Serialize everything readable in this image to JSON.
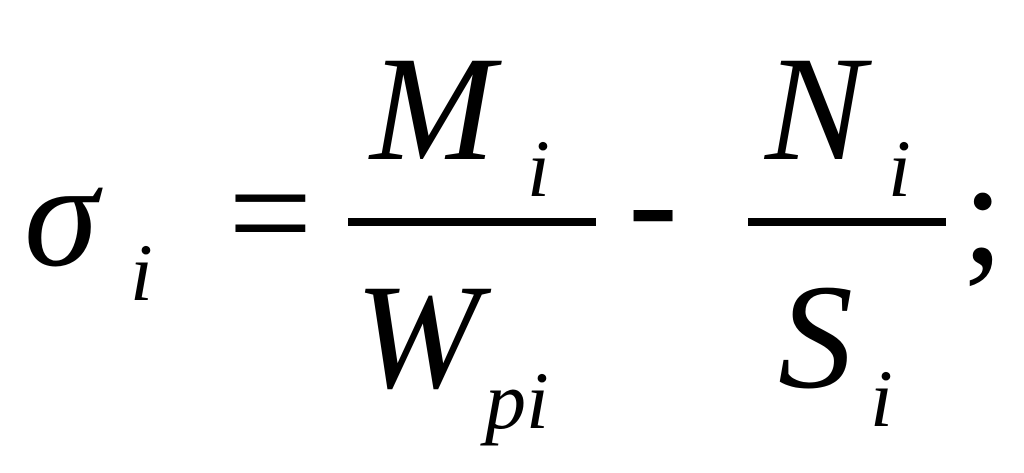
{
  "formula": {
    "lhs": {
      "symbol": "σ",
      "subscript": "i"
    },
    "equals": "=",
    "term1": {
      "numerator": {
        "symbol": "M",
        "subscript": "i"
      },
      "denominator": {
        "symbol": "W",
        "subscript": "pi"
      }
    },
    "minus": "-",
    "term2": {
      "numerator": {
        "symbol": "N",
        "subscript": "i"
      },
      "denominator": {
        "symbol": "S",
        "subscript": "i"
      }
    },
    "terminator": ";"
  },
  "colors": {
    "text": "#000000",
    "background": "#ffffff"
  }
}
